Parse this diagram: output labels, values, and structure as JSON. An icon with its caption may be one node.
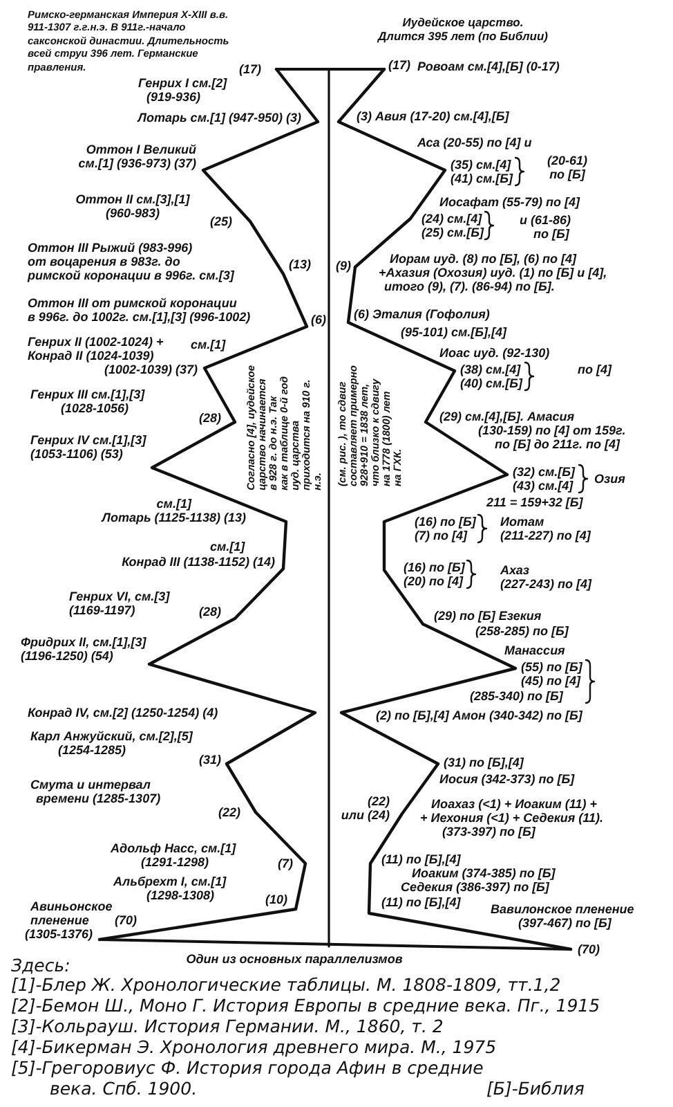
{
  "diagram": {
    "caption": "Один из основных параллелизмов",
    "labels": [
      "Римско-германская Империя X-XIII в.в. 911-1307 г.г.н.э. В 911г.-начало саксонской династии. Длительность всей струи 396 лет. Германские правления.",
      "Иудейское царство. Длится 395 лет (по Библии)",
      "Генрих I см.[2] (919-936)",
      "(17)",
      "Лотарь см.[1] (947-950) (3)",
      "Оттон I Великий см.[1] (936-973) (37)",
      "Оттон II см.[3],[1] (960-983)",
      "(25)",
      "Оттон III Рыжий (983-996) от воцарения в 983г. до римской коронации в 996г. см.[3]",
      "(13)",
      "Оттон III от римской коронации в 996г. до 1002г. см.[1],[3] (996-1002)",
      "(6)",
      "Генрих II (1002-1024) + Конрад II (1024-1039)",
      "см.[1]",
      "(1002-1039) (37)",
      "Генрих III см.[1],[3] (1028-1056)",
      "(28)",
      "Генрих IV см.[1],[3] (1053-1106) (53)",
      "см.[1] Лотарь (1125-1138) (13)",
      "см.[1]",
      "Конрад III (1138-1152) (14)",
      "Генрих VI, см.[3] (1169-1197)",
      "(28)",
      "Фридрих II, см.[1],[3] (1196-1250) (54)",
      "Конрад IV, см.[2] (1250-1254) (4)",
      "Карл Анжуйский, см.[2],[5] (1254-1285)",
      "(31)",
      "Смута и интервал времени (1285-1307)",
      "(22)",
      "Адольф Насс, см.[1] (1291-1298)",
      "(7)",
      "Альбрехт I, см.[1] (1298-1308)",
      "(10)",
      "Авиньонское пленение (1305-1376)",
      "(70)",
      "Согласно [4], иудейское царство начинается в 928 г. до н.э. Так как в таблице 0-й год иуд. царства приходится на 910 г. н.э.",
      "(см. рис. ), то сдвиг составляет примерно 928+910 = 1838 лет, что близко к сдвигу на 1778 (1800) лет на ГХК.",
      "(17)",
      "Ровоам см.[4],[Б] (0-17)",
      "(3) Авия (17-20) см.[4],[Б]",
      "Аса (20-55) по [4] и",
      "(35) см.[4] (41) см.[Б]",
      "(20-61) по [Б]",
      "Иосафат (55-79) по [4]",
      "(24) см.[4] (25) см.[Б]",
      "и (61-86) по [Б]",
      "(9)",
      "Иорам иуд. (8) по [Б], (6) по [4] +Ахазия (Охозия) иуд. (1) по [Б] и [4], итого (9), (7). (86-94) по [Б].",
      "(6) Эталия (Гофолия)",
      "(95-101) см.[Б],[4]",
      "Иоас иуд. (92-130)",
      "по [4]",
      "(38) см.[4] (40) см.[Б]",
      "(29) см.[4],[Б]. Амасия",
      "(130-159) по [4] от 159г. по [Б] до 211г. по [4]",
      "(32) см.[Б] (43) см.[4]",
      "Озия",
      "211 = 159+32 [Б]",
      "(16) по [Б] (7) по [4]",
      "Иотам (211-227) по [4]",
      "(16) по [Б] (20) по [4]",
      "Ахаз (227-243) по [4]",
      "(29) по [Б] Езекия",
      "(258-285) по [Б]",
      "Манассия",
      "(55) по [Б] (45) по [4]",
      "(285-340) по [Б]",
      "(2) по [Б],[4] Амон (340-342) по [Б]",
      "(31) по [Б],[4]",
      "Иосия (342-373) по [Б]",
      "(22) или (24)",
      "Иоахаз (<1) + Иоаким (11) + + Иехония (<1) + Седекия (11). (373-397) по [Б]",
      "(11) по [Б],[4]",
      "Иоаким (374-385) по [Б]",
      "Седекия (386-397) по [Б]",
      "(11) по [Б],[4]",
      "Вавилонское пленение (397-467) по [Б]",
      "(70)",
      "Здесь:",
      "[1]-Блер Ж. Хронологические таблицы. М. 1808-1809, тт.1,2",
      "[2]-Бемон Ш., Моно Г. История Европы в средние века. Пг., 1915",
      "[3]-Кольрауш. История Германии. М., 1860, т. 2",
      "[4]-Бикерман Э. Хронология древнего мира. М., 1975",
      "[5]-Грегоровиус Ф. История города Афин в средние века. Спб. 1900.",
      "[Б]-Библия"
    ]
  }
}
